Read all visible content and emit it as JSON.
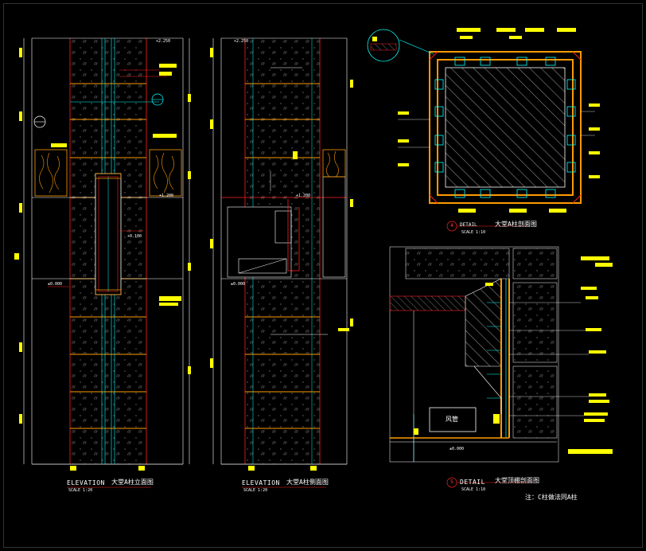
{
  "drawings": [
    {
      "id": "elevation-a",
      "title": "ELEVATION",
      "subtitle": "大堂A柱立面图",
      "scale": "SCALE  1:20"
    },
    {
      "id": "elevation-a-section",
      "title": "ELEVATION",
      "subtitle": "大堂A柱侧面图",
      "scale": "SCALE  1:20"
    },
    {
      "id": "detail-4",
      "marker": "4",
      "title": "DETAIL",
      "subtitle": "大堂A柱剖面图",
      "scale": "SCALE  1:10"
    },
    {
      "id": "detail-5",
      "marker": "5",
      "title": "DETAIL",
      "subtitle": "大堂顶棚剖面图",
      "scale": "SCALE  1:10"
    }
  ],
  "duct_label": "风管",
  "note": "注：C柱做法同A柱",
  "colors": {
    "background": "#000000",
    "yellow": "#ffff00",
    "red": "#ff2020",
    "cyan": "#00ffff",
    "white": "#ffffff",
    "orange": "#ff9a00",
    "grey": "#8a8a8a"
  }
}
